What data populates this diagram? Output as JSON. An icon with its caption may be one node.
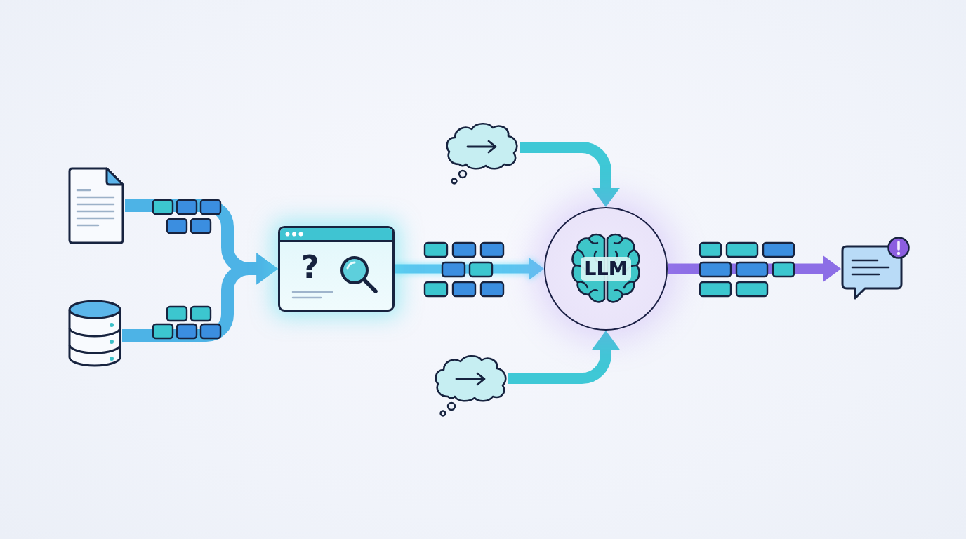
{
  "diagram": {
    "nodes": [
      {
        "text": [],
        "shape": "document"
      },
      {
        "text": [],
        "shape": "cylinder"
      },
      {
        "text": [
          "?"
        ]
      },
      {
        "text": [],
        "shape": "cloud"
      },
      {
        "text": [
          "LLM"
        ]
      },
      {
        "text": [],
        "shape": "cloud"
      },
      {
        "text": [],
        "shape": "bubble"
      }
    ],
    "edges": [
      {
        "from": 0,
        "to": 2,
        "arrow": "to",
        "color": "#4db3e6"
      },
      {
        "from": 1,
        "to": 2,
        "arrow": "to",
        "color": "#4db3e6"
      },
      {
        "from": 2,
        "to": 4,
        "arrow": "to",
        "color": "#5ac6f0"
      },
      {
        "from": 3,
        "to": 4,
        "arrow": "to"
      },
      {
        "from": 5,
        "to": 4,
        "arrow": "to"
      },
      {
        "from": 4,
        "to": 6,
        "arrow": "to",
        "color": "#8c6ee6"
      }
    ]
  }
}
